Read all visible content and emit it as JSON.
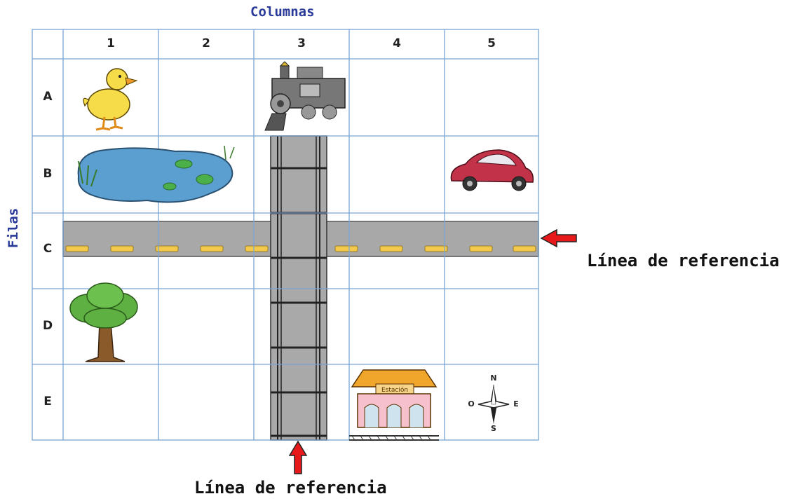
{
  "titles": {
    "columns": "Columnas",
    "rows": "Filas"
  },
  "column_headers": [
    "1",
    "2",
    "3",
    "4",
    "5"
  ],
  "row_headers": [
    "A",
    "B",
    "C",
    "D",
    "E"
  ],
  "grid_items": [
    {
      "row": "A",
      "col": "1",
      "item": "duck"
    },
    {
      "row": "A",
      "col": "3",
      "item": "train"
    },
    {
      "row": "B",
      "col": "1-2",
      "item": "pond"
    },
    {
      "row": "B",
      "col": "5",
      "item": "car"
    },
    {
      "row": "D",
      "col": "1",
      "item": "tree"
    },
    {
      "row": "E",
      "col": "4",
      "item": "station"
    },
    {
      "row": "E",
      "col": "5",
      "item": "compass"
    }
  ],
  "station_sign": "Estación",
  "compass": {
    "n": "N",
    "s": "S",
    "e": "E",
    "o": "O"
  },
  "references": {
    "horizontal_label": "Línea de referencia",
    "vertical_label": "Línea de referencia"
  },
  "colors": {
    "grid_line": "#7aa5d6",
    "title": "#2a3a9a",
    "road": "#a8a8a8",
    "road_mark": "#f2c94c",
    "arrow": "#e8191a"
  }
}
